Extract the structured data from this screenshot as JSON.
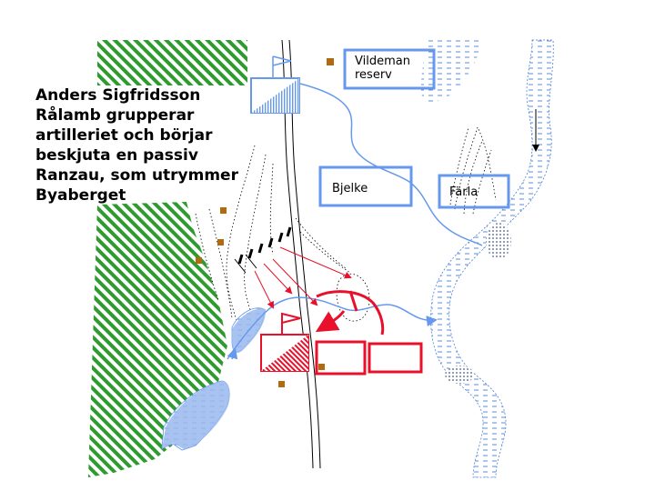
{
  "caption": {
    "lines": [
      "Anders Sigfridsson",
      "Rålamb grupperar",
      "artilleriet och börjar",
      "beskjuta en passiv",
      "Ranzau, som utrymmer",
      "Byaberget"
    ]
  },
  "units": {
    "vildeman": {
      "line1": "Vildeman",
      "line2": "reserv"
    },
    "bjelke": "Bjelke",
    "farla": "Färla"
  },
  "colors": {
    "swedish_blue": "#6699ee",
    "danish_red": "#e8102a",
    "forest_green": "#2e9b2e",
    "water_blue": "#4a7fd6",
    "village_brown": "#b06a10"
  },
  "symbols": {
    "forest": "forest-area",
    "village": "village-marker",
    "artillery": "artillery-battery",
    "flag": "command-flag"
  }
}
